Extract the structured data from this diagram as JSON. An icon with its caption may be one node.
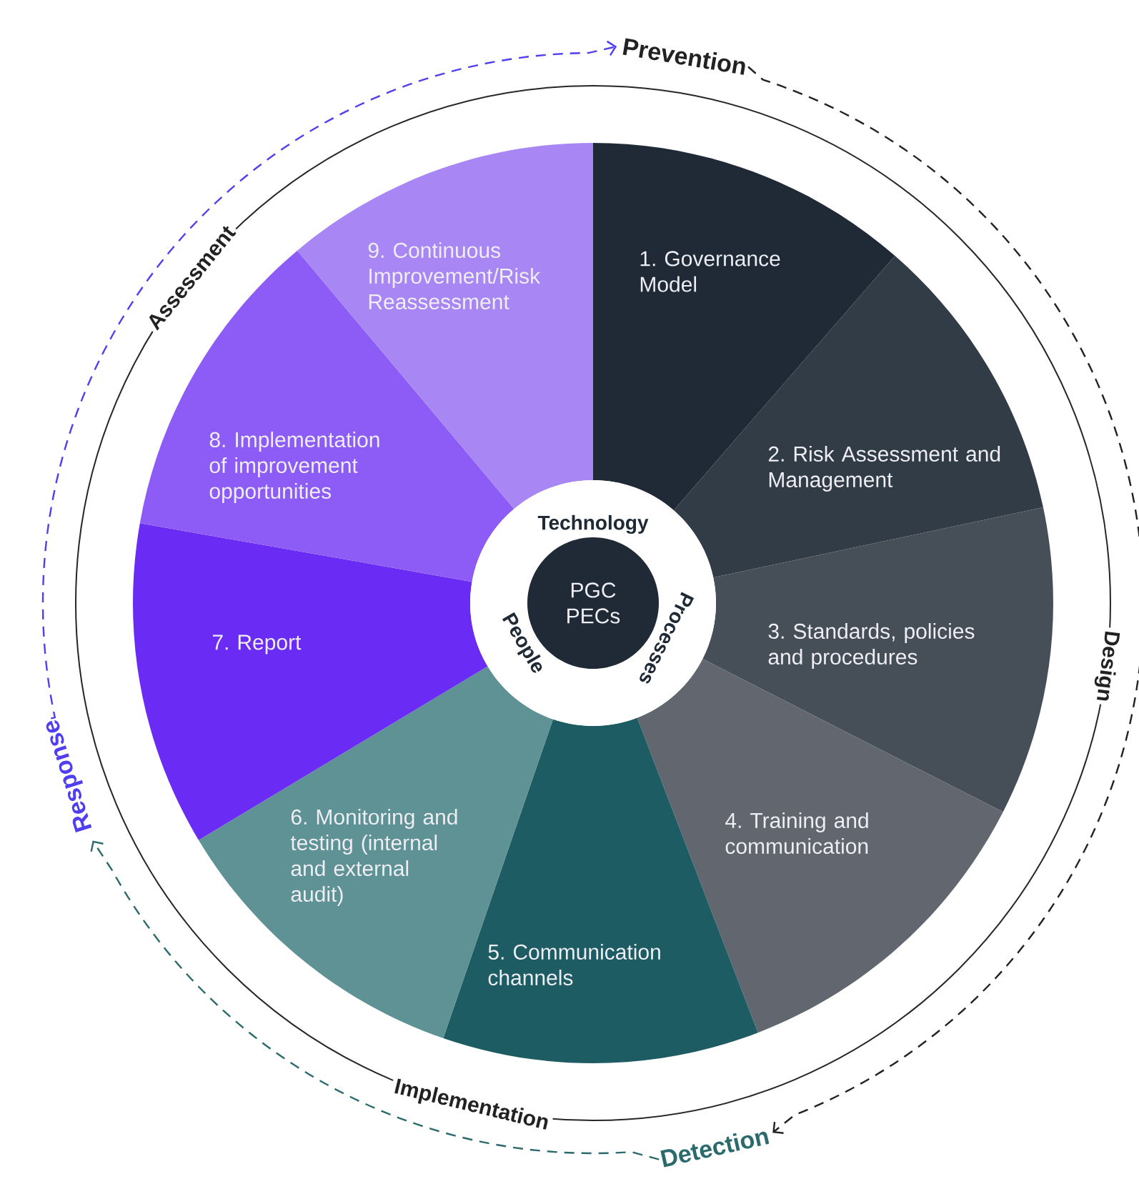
{
  "diagram": {
    "nodes": [
      {
        "text": [
          "1. Governance Model"
        ]
      },
      {
        "text": [
          "2. Risk Assessment and Management"
        ]
      },
      {
        "text": [
          "3. Standards, policies and procedures"
        ]
      },
      {
        "text": [
          "4. Training and communication"
        ]
      },
      {
        "text": [
          "5. Communication channels"
        ]
      },
      {
        "text": [
          "6. Monitoring and testing (internal and external audit)"
        ]
      },
      {
        "text": [
          "7. Report"
        ]
      },
      {
        "text": [
          "8. Implementation of improvement opportunities"
        ]
      },
      {
        "text": [
          "9. Continuous Improvement/Risk Reassessment"
        ]
      },
      {
        "text": [
          "Technology",
          "Processes",
          "People"
        ]
      },
      {
        "text": [
          "PGC PECs"
        ],
        "in": 9
      },
      {
        "text": [
          "Prevention"
        ]
      },
      {
        "text": [
          "Detection"
        ]
      },
      {
        "text": [
          "Response"
        ]
      }
    ],
    "edges": [
      {
        "from": 13,
        "to": 11,
        "arrow": "to",
        "style": "dashed",
        "color": "#4f3ff0"
      },
      {
        "from": 11,
        "to": 12,
        "arrow": "to",
        "style": "dashed",
        "color": "#222222"
      },
      {
        "from": 12,
        "to": 13,
        "arrow": "to",
        "style": "dashed",
        "color": "#2b6a6c"
      }
    ],
    "labels": [
      "Assessment",
      "Design",
      "Implementation"
    ]
  }
}
